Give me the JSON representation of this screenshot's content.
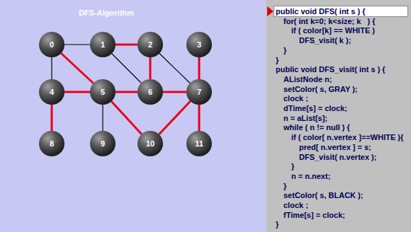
{
  "diagram": {
    "title": "DFS-Algorithm",
    "nodes": [
      {
        "text": [
          "0"
        ]
      },
      {
        "text": [
          "1"
        ]
      },
      {
        "text": [
          "2"
        ]
      },
      {
        "text": [
          "3"
        ]
      },
      {
        "text": [
          "4"
        ]
      },
      {
        "text": [
          "5"
        ]
      },
      {
        "text": [
          "6"
        ]
      },
      {
        "text": [
          "7"
        ]
      },
      {
        "text": [
          "8"
        ]
      },
      {
        "text": [
          "9"
        ]
      },
      {
        "text": [
          "10"
        ]
      },
      {
        "text": [
          "11"
        ]
      }
    ],
    "edges": [
      {
        "from": 0,
        "to": 1,
        "arrow": "none"
      },
      {
        "from": 1,
        "to": 2,
        "arrow": "none"
      },
      {
        "from": 0,
        "to": 4,
        "arrow": "none"
      },
      {
        "from": 0,
        "to": 5,
        "arrow": "none"
      },
      {
        "from": 1,
        "to": 6,
        "arrow": "none"
      },
      {
        "from": 2,
        "to": 6,
        "arrow": "none"
      },
      {
        "from": 2,
        "to": 7,
        "arrow": "none"
      },
      {
        "from": 3,
        "to": 7,
        "arrow": "none"
      },
      {
        "from": 4,
        "to": 5,
        "arrow": "none"
      },
      {
        "from": 5,
        "to": 6,
        "arrow": "none"
      },
      {
        "from": 6,
        "to": 7,
        "arrow": "none"
      },
      {
        "from": 4,
        "to": 8,
        "arrow": "none"
      },
      {
        "from": 5,
        "to": 9,
        "arrow": "none"
      },
      {
        "from": 5,
        "to": 10,
        "arrow": "none"
      },
      {
        "from": 7,
        "to": 10,
        "arrow": "none"
      },
      {
        "from": 7,
        "to": 11,
        "arrow": "none"
      }
    ],
    "labels": [
      "public void DFS( int s ) {",
      "for( int k=0; k<size; k   ) {",
      "if ( color[k] == WHITE )",
      "DFS_visit( k );",
      "}",
      "}",
      "public void DFS_visit( int s ) {",
      "AListNode n;",
      "setColor( s, GRAY );",
      "clock ;",
      "dTime[s] = clock;",
      "n = aList[s];",
      "while ( n != null ) {",
      "if ( color[ n.vertex ]==WHITE ){",
      "pred[ n.vertex ] = s;",
      "DFS_visit( n.vertex );",
      "}",
      "n = n.next;",
      "}",
      "setColor( s, BLACK );",
      "clock ;",
      "fTime[s] = clock;",
      "}"
    ]
  }
}
